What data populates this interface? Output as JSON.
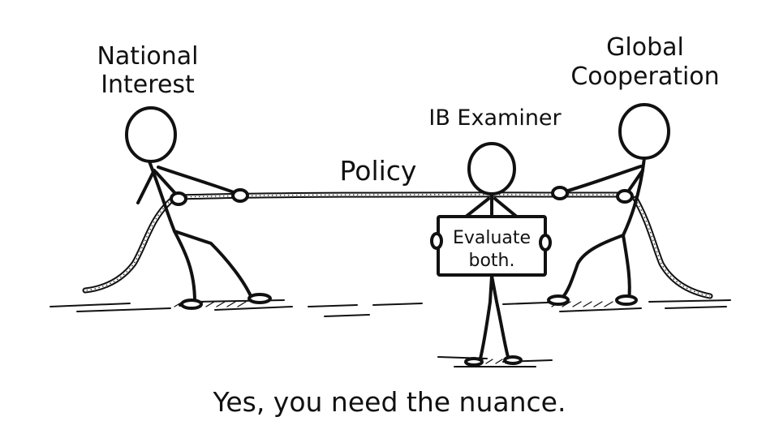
{
  "labels": {
    "left_team": [
      "National",
      "Interest"
    ],
    "right_team": [
      "Global",
      "Cooperation"
    ],
    "examiner": "IB Examiner",
    "rope": "Policy",
    "sign": [
      "Evaluate",
      "both."
    ]
  },
  "caption": "Yes, you need the nuance.",
  "colors": {
    "ink": "#111111",
    "paper": "#ffffff"
  }
}
